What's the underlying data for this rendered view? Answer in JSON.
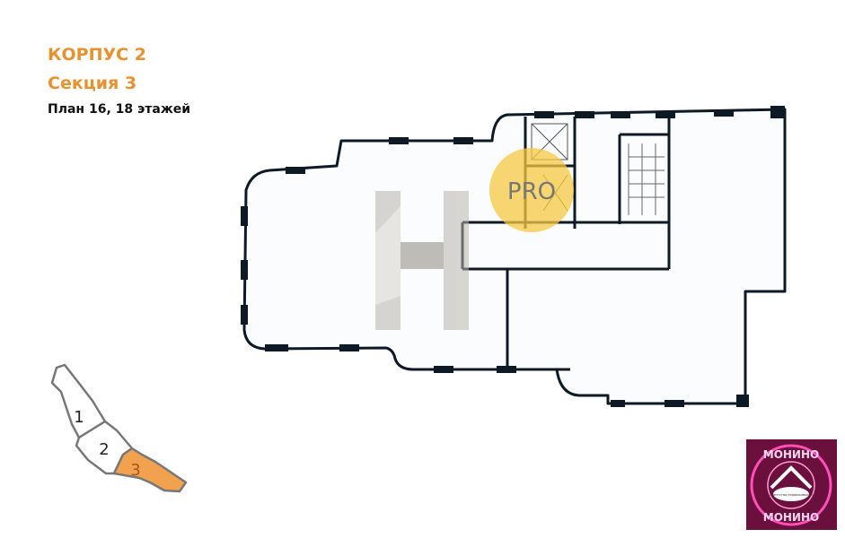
{
  "header": {
    "building": "КОРПУС 2",
    "section": "Секция 3",
    "plan": "План 16, 18 этажей"
  },
  "minimap": {
    "sections": [
      {
        "label": "1",
        "selected": false
      },
      {
        "label": "2",
        "selected": false
      },
      {
        "label": "3",
        "selected": true
      }
    ],
    "highlight_color": "#f2a24e"
  },
  "watermark": {
    "pro_text": "PRO"
  },
  "logo": {
    "top_text": "МОНИНО",
    "bottom_text": "МОНИНО",
    "bubble_text": "Агентство недвижимости"
  },
  "colors": {
    "accent": "#e8912f",
    "wall": "#0d1a26",
    "logo_bg": "#6b0f3c",
    "logo_neon": "#ff4fb8"
  }
}
